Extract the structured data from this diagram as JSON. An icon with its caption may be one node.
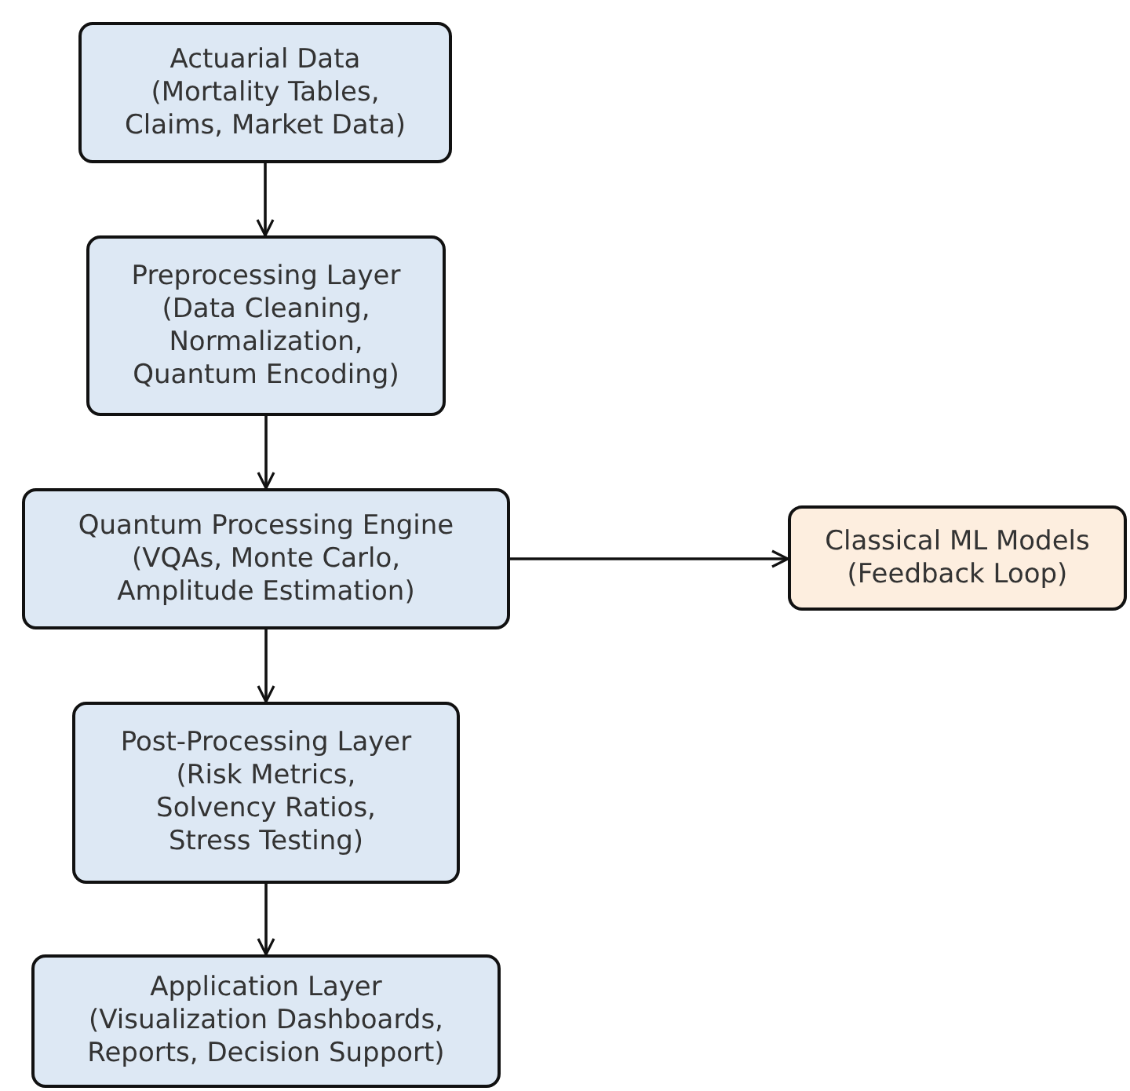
{
  "diagram": {
    "nodes": [
      {
        "text": [
          "Actuarial Data (Mortality Tables, Claims, Market Data)"
        ]
      },
      {
        "text": [
          "Preprocessing Layer (Data Cleaning, Normalization, Quantum Encoding)"
        ]
      },
      {
        "text": [
          "Quantum Processing Engine (VQAs, Monte Carlo, Amplitude Estimation)"
        ]
      },
      {
        "text": [
          "Post-Processing Layer (Risk Metrics, Solvency Ratios, Stress Testing)"
        ]
      },
      {
        "text": [
          "Application Layer (Visualization Dashboards, Reports, Decision Support)"
        ]
      },
      {
        "text": [
          "Classical ML Models (Feedback Loop)"
        ]
      }
    ],
    "edges": [
      {
        "from": 0,
        "to": 1,
        "arrow": "to"
      },
      {
        "from": 1,
        "to": 2,
        "arrow": "to"
      },
      {
        "from": 2,
        "to": 3,
        "arrow": "to"
      },
      {
        "from": 3,
        "to": 4,
        "arrow": "to"
      },
      {
        "from": 2,
        "to": 5,
        "arrow": "to"
      }
    ]
  }
}
